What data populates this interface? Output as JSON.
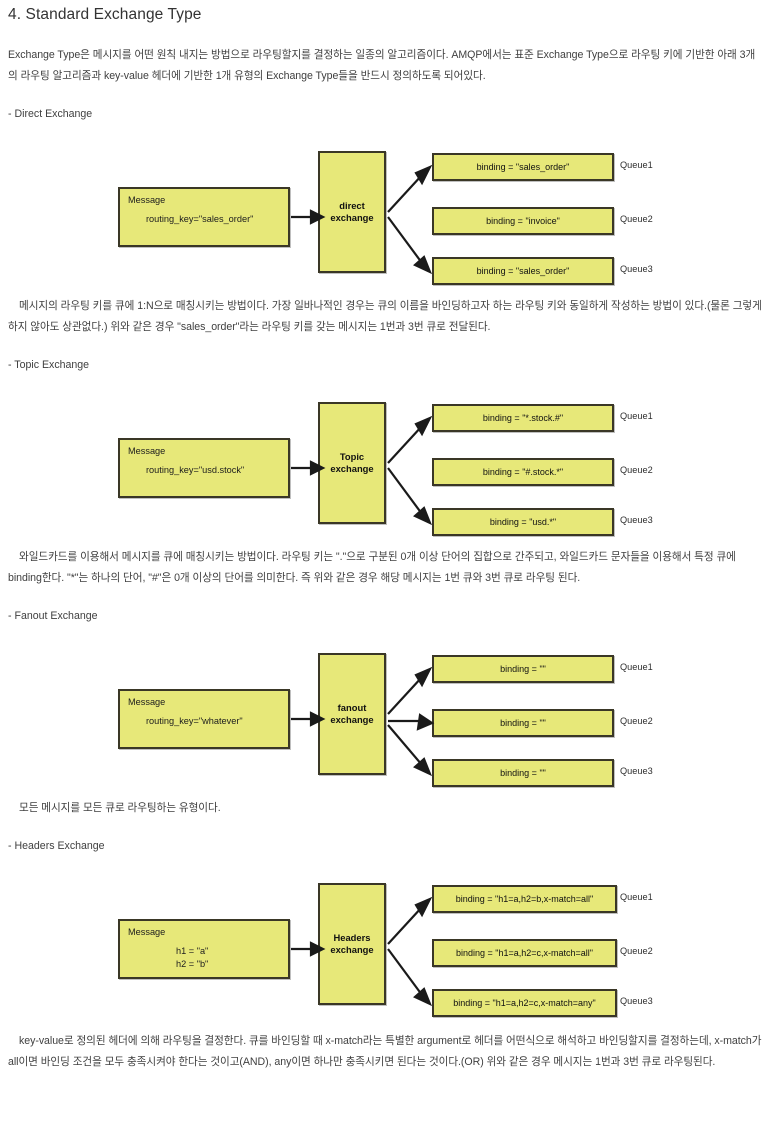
{
  "heading": "4. Standard Exchange Type",
  "intro": "Exchange Type은 메시지를 어떤 원칙 내지는 방법으로 라우팅할지를 결정하는 일종의 알고리즘이다. AMQP에서는 표준 Exchange Type으로 라우팅 키에 기반한 아래 3개의 라우팅 알고리즘과 key-value 헤더에 기반한 1개 유형의 Exchange Type들을 반드시 정의하도록 되어있다.",
  "sections": [
    {
      "label": "- Direct Exchange",
      "diagram": {
        "message_title": "Message",
        "message_body": "routing_key=\"sales_order\"",
        "exchange_label": "direct\nexchange",
        "queues": [
          {
            "binding": "binding = \"sales_order\"",
            "name": "Queue1"
          },
          {
            "binding": "binding = \"invoice\"",
            "name": "Queue2"
          },
          {
            "binding": "binding = \"sales_order\"",
            "name": "Queue3"
          }
        ]
      },
      "description": "메시지의 라우팅 키를 큐에 1:N으로 매칭시키는 방법이다. 가장 일바나적인 경우는 큐의 이름을 바인딩하고자 하는 라우팅 키와 동일하게 작성하는 방법이 있다.(물론 그렇게 하지 않아도 상관없다.) 위와 같은 경우 \"sales_order\"라는 라우팅 키를 갖는 메시지는 1번과 3번 큐로 전달된다."
    },
    {
      "label": "- Topic Exchange",
      "diagram": {
        "message_title": "Message",
        "message_body": "routing_key=\"usd.stock\"",
        "exchange_label": "Topic\nexchange",
        "queues": [
          {
            "binding": "binding = \"*.stock.#\"",
            "name": "Queue1"
          },
          {
            "binding": "binding = \"#.stock.*\"",
            "name": "Queue2"
          },
          {
            "binding": "binding = \"usd.*\"",
            "name": "Queue3"
          }
        ]
      },
      "description": "와일드카드를 이용해서 메시지를 큐에 매칭시키는 방법이다. 라우팅 키는 \".\"으로 구분된 0개 이상 단어의 집합으로 간주되고, 와일드카드 문자들을 이용해서 특정 큐에 binding한다. \"*\"는 하나의 단어, \"#\"은 0개 이상의 단어를 의미한다. 즉 위와 같은 경우 해당 메시지는 1번 큐와 3번 큐로 라우팅 된다."
    },
    {
      "label": "- Fanout Exchange",
      "diagram": {
        "message_title": "Message",
        "message_body": "routing_key=\"whatever\"",
        "exchange_label": "fanout\nexchange",
        "queues": [
          {
            "binding": "binding = \"\"",
            "name": "Queue1"
          },
          {
            "binding": "binding = \"\"",
            "name": "Queue2"
          },
          {
            "binding": "binding = \"\"",
            "name": "Queue3"
          }
        ]
      },
      "description": "모든 메시지를 모든 큐로 라우팅하는 유형이다."
    },
    {
      "label": "- Headers Exchange",
      "diagram": {
        "message_title": "Message",
        "message_body": "h1 = \"a\"\nh2 = \"b\"",
        "exchange_label": "Headers\nexchange",
        "queues": [
          {
            "binding": "binding = \"h1=a,h2=b,x-match=all\"",
            "name": "Queue1"
          },
          {
            "binding": "binding = \"h1=a,h2=c,x-match=all\"",
            "name": "Queue2"
          },
          {
            "binding": "binding = \"h1=a,h2=c,x-match=any\"",
            "name": "Queue3"
          }
        ]
      },
      "description": "key-value로 정의된 헤더에 의해 라우팅을 결정한다. 큐를 바인딩할 때 x-match라는 특별한 argument로 헤더를 어떤식으로 해석하고 바인딩할지를 결정하는데, x-match가 all이면 바인딩 조건을 모두 충족시켜야 한다는 것이고(AND), any이면 하나만 충족시키면 된다는 것이다.(OR) 위와 같은 경우 메시지는 1번과 3번 큐로 라우팅된다."
    }
  ],
  "colors": {
    "box_fill": "#e7e879",
    "box_border": "#3a3726",
    "text": "#3f3f3f",
    "arrow": "#1a1a1a"
  }
}
